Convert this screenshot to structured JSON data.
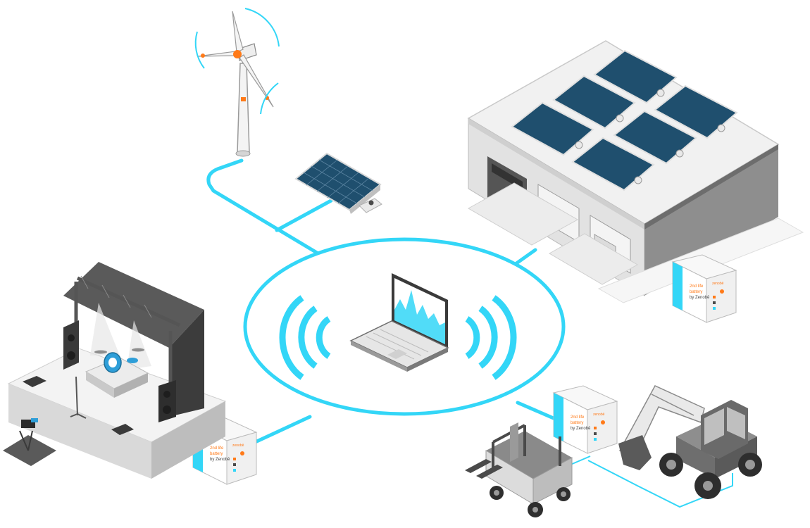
{
  "colors": {
    "link": "#33d6f7",
    "panel": "#1f4f6e",
    "panel_grid": "#5d86a3",
    "building_light": "#f1f1f1",
    "building_mid": "#d9d9d9",
    "building_dark": "#8e8e8e",
    "accent_orange": "#ff7a18",
    "dark_gray": "#4a4a4a"
  },
  "battery": {
    "line1": "2nd life",
    "line2": "battery",
    "line3": "by Zenobē",
    "side_text": "zenobē"
  },
  "icons": {
    "hub": "laptop-icon",
    "wifi_left": "wifi-waves-left-icon",
    "wifi_right": "wifi-waves-right-icon",
    "wind": "wind-turbine-icon",
    "solar": "solar-panel-icon",
    "warehouse": "warehouse-icon",
    "stage": "concert-stage-icon",
    "forklift": "forklift-icon",
    "excavator": "excavator-icon"
  }
}
